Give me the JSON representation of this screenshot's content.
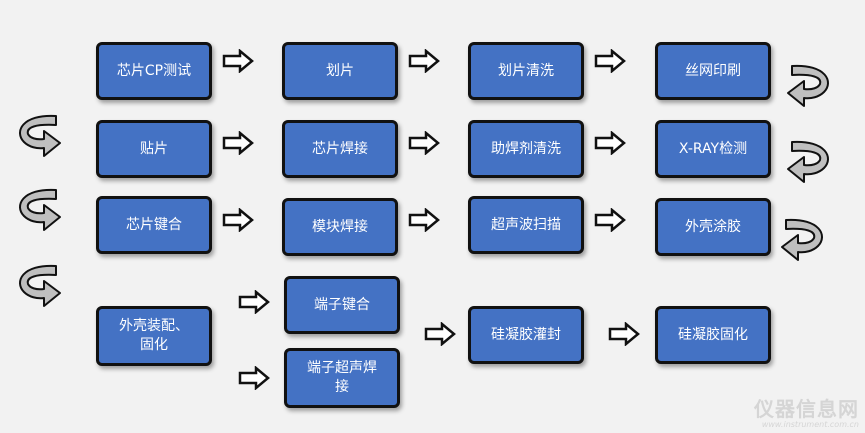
{
  "boxes": {
    "b_r1c1": "芯片CP测试",
    "b_r1c2": "划片",
    "b_r1c3": "划片清洗",
    "b_r1c4": "丝网印刷",
    "b_r2c1": "贴片",
    "b_r2c2": "芯片焊接",
    "b_r2c3": "助焊剂清洗",
    "b_r2c4": "X-RAY检测",
    "b_r3c1": "芯片键合",
    "b_r3c2": "模块焊接",
    "b_r3c3": "超声波扫描",
    "b_r3c4": "外壳涂胶",
    "b_r4c1": "外壳装配、\n固化",
    "b_r4c2a": "端子键合",
    "b_r4c2b": "端子超声焊\n接",
    "b_r4c3": "硅凝胶灌封",
    "b_r4c4": "硅凝胶固化"
  },
  "watermark": {
    "main": "仪器信息网",
    "sub": "www.instrument.com.cn"
  },
  "colors": {
    "box_fill": "#4472c4",
    "box_border": "#111111",
    "arrow_fill": "#ffffff",
    "loop_fill": "#bfbfbf"
  }
}
